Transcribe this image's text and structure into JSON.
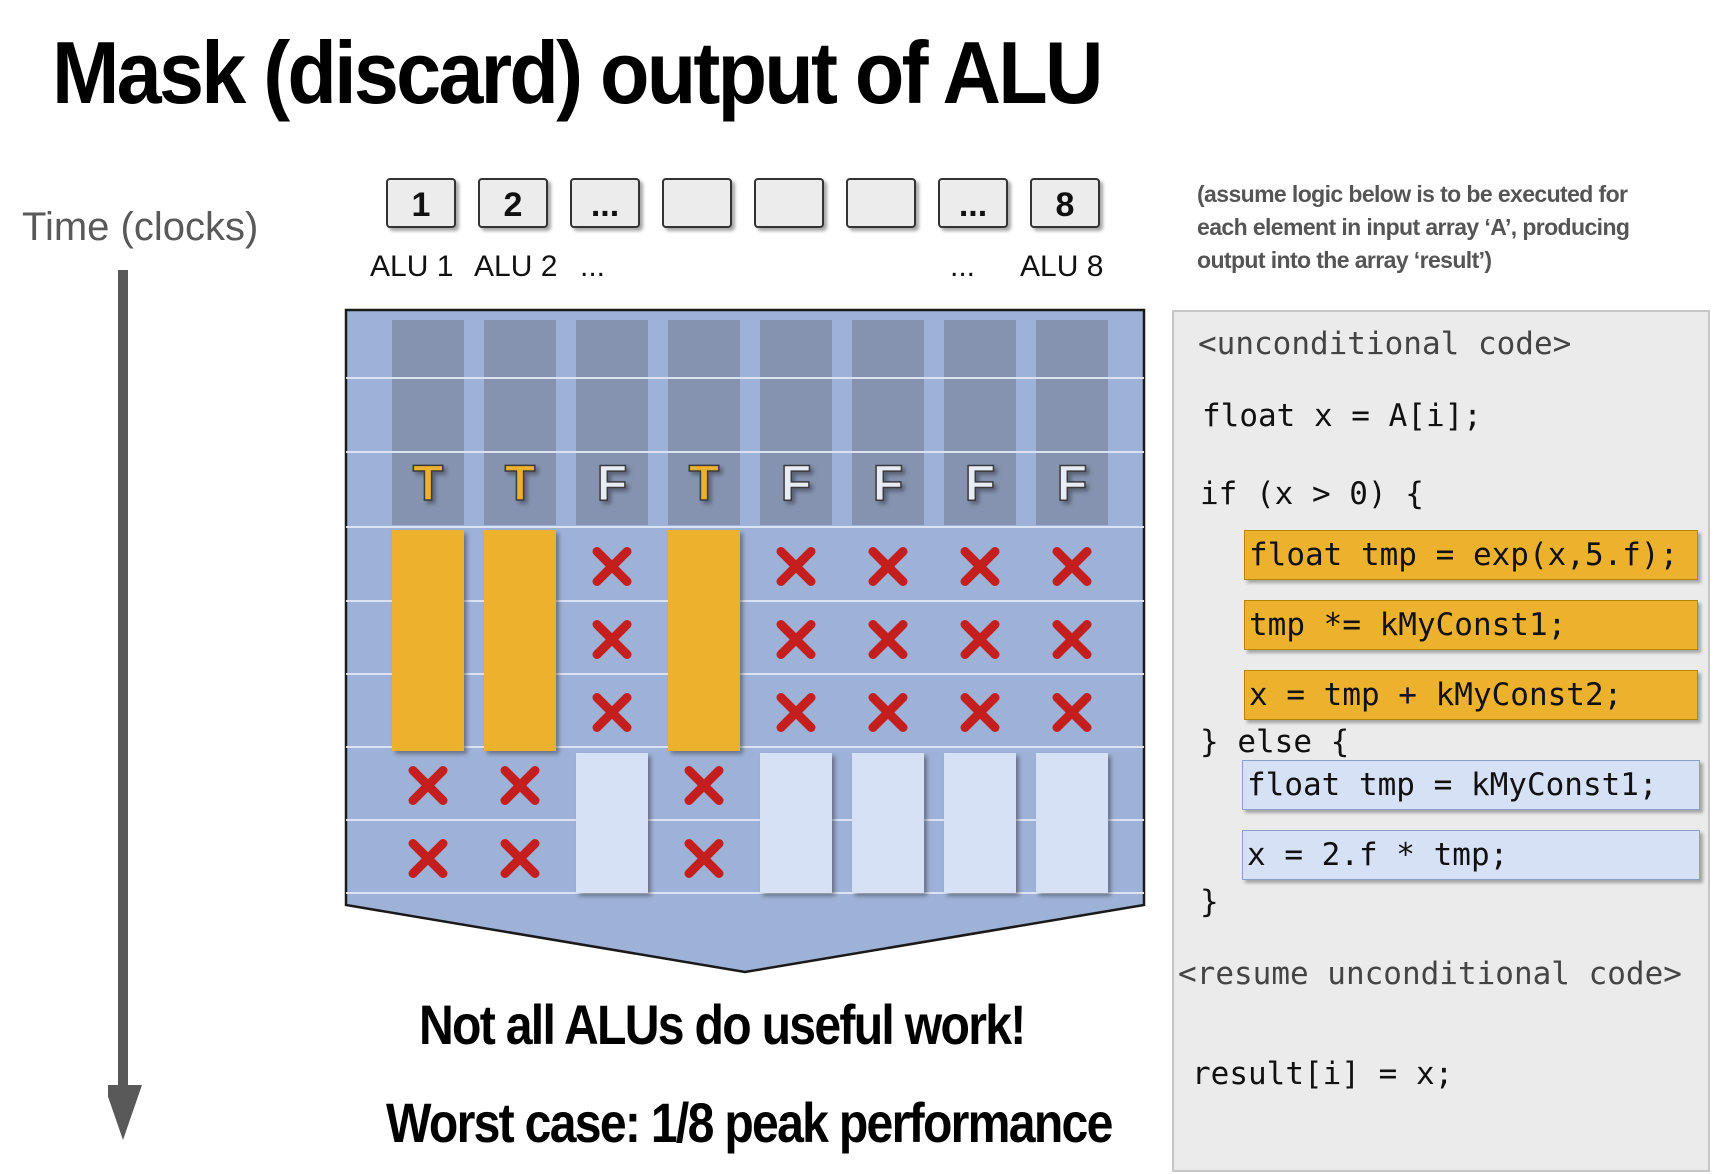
{
  "title": "Mask (discard) output of ALU",
  "time_label": "Time (clocks)",
  "alus": [
    {
      "box": "1",
      "label": "ALU 1"
    },
    {
      "box": "2",
      "label": "ALU 2"
    },
    {
      "box": "...",
      "label": "..."
    },
    {
      "box": "",
      "label": ""
    },
    {
      "box": "",
      "label": ""
    },
    {
      "box": "",
      "label": ""
    },
    {
      "box": "...",
      "label": "..."
    },
    {
      "box": "8",
      "label": "ALU 8"
    }
  ],
  "condition_flags": [
    "T",
    "T",
    "F",
    "T",
    "F",
    "F",
    "F",
    "F"
  ],
  "true_branch_clocks": 3,
  "false_branch_clocks": 2,
  "colors": {
    "diagram_bg": "#9eb1d6",
    "header_cell": "#8593b0",
    "true_active": "#ecb22e",
    "false_active": "#d6e1f6",
    "mask_x": "#c41e1e",
    "flag_true": "#ecb22e",
    "flag_false": "#e8ecf5"
  },
  "note": "(assume logic below is to be executed for each element in input array ‘A’, producing output into the array ‘result’)",
  "code": {
    "unconditional": "<unconditional code>",
    "load": "float x = A[i];",
    "if_line": "if (x > 0) {",
    "true_lines": [
      "float tmp = exp(x,5.f);",
      "tmp *= kMyConst1;",
      "x = tmp + kMyConst2;"
    ],
    "else_line": "} else {",
    "false_lines": [
      "float tmp = kMyConst1;",
      "x = 2.f * tmp;"
    ],
    "close": "}",
    "resume": "<resume unconditional code>",
    "result": "result[i] = x;"
  },
  "captions": [
    "Not all ALUs do useful work!",
    "Worst case: 1/8 peak performance"
  ]
}
